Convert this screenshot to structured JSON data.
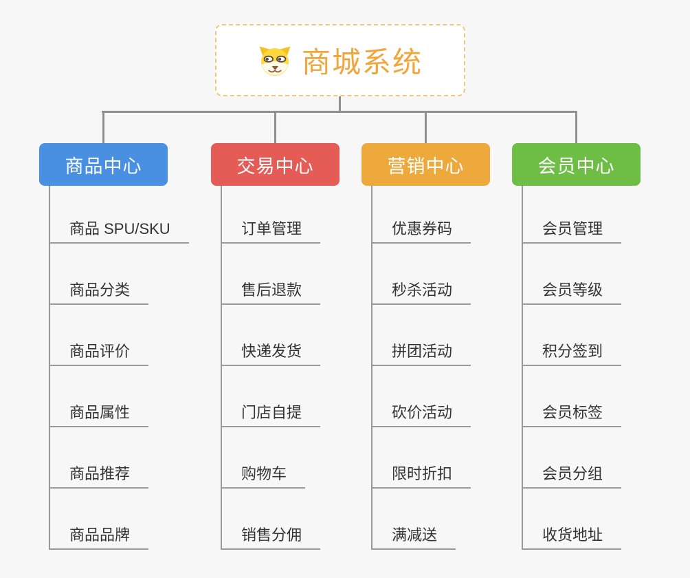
{
  "page": {
    "background": "#F7F7F7",
    "line_color": "#8E9092"
  },
  "root": {
    "title": "商城系统",
    "icon": "dog-face-icon",
    "text_color": "#F0A63C",
    "border_color": "#F5C57C"
  },
  "branches": [
    {
      "label": "商品中心",
      "color": "#4A90E2",
      "children": [
        "商品 SPU/SKU",
        "商品分类",
        "商品评价",
        "商品属性",
        "商品推荐",
        "商品品牌"
      ]
    },
    {
      "label": "交易中心",
      "color": "#E55B55",
      "children": [
        "订单管理",
        "售后退款",
        "快递发货",
        "门店自提",
        "购物车",
        "销售分佣"
      ]
    },
    {
      "label": "营销中心",
      "color": "#EDA93C",
      "children": [
        "优惠券码",
        "秒杀活动",
        "拼团活动",
        "砍价活动",
        "限时折扣",
        "满减送"
      ]
    },
    {
      "label": "会员中心",
      "color": "#6EBE46",
      "children": [
        "会员管理",
        "会员等级",
        "积分签到",
        "会员标签",
        "会员分组",
        "收货地址"
      ]
    }
  ],
  "leaf_text_color": "#333333"
}
